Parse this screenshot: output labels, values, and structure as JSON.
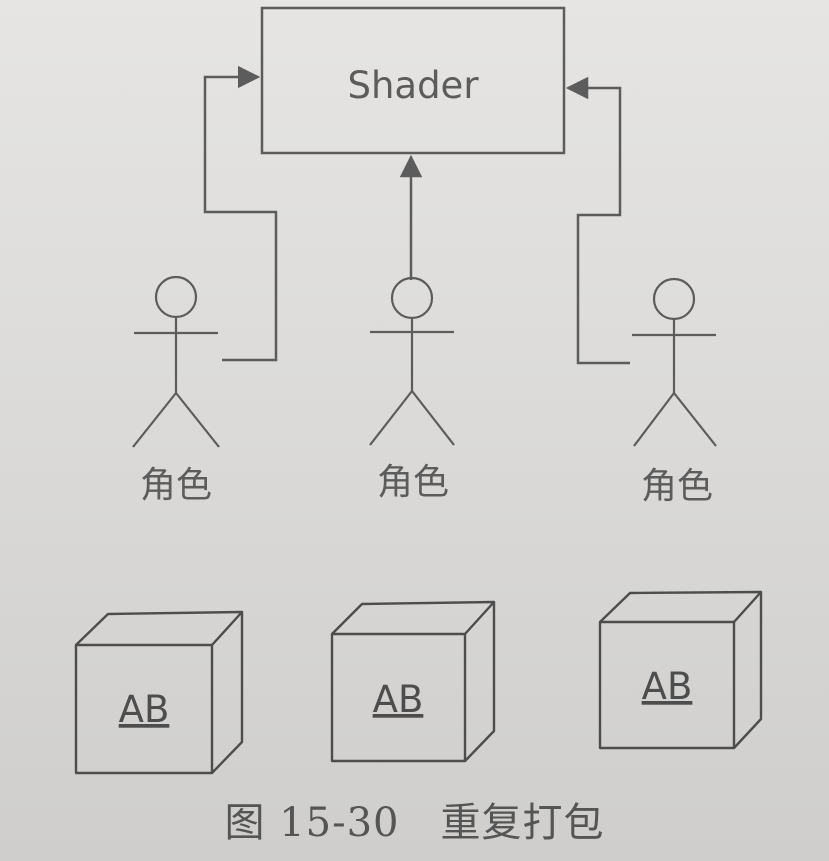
{
  "shader": {
    "label": "Shader"
  },
  "actors": [
    {
      "label": "角色"
    },
    {
      "label": "角色"
    },
    {
      "label": "角色"
    }
  ],
  "bundles": [
    {
      "label": "AB"
    },
    {
      "label": "AB"
    },
    {
      "label": "AB"
    }
  ],
  "caption": "图 15-30　重复打包",
  "colors": {
    "ink": "#5c5c5c",
    "paper": "#dcdbd9"
  }
}
